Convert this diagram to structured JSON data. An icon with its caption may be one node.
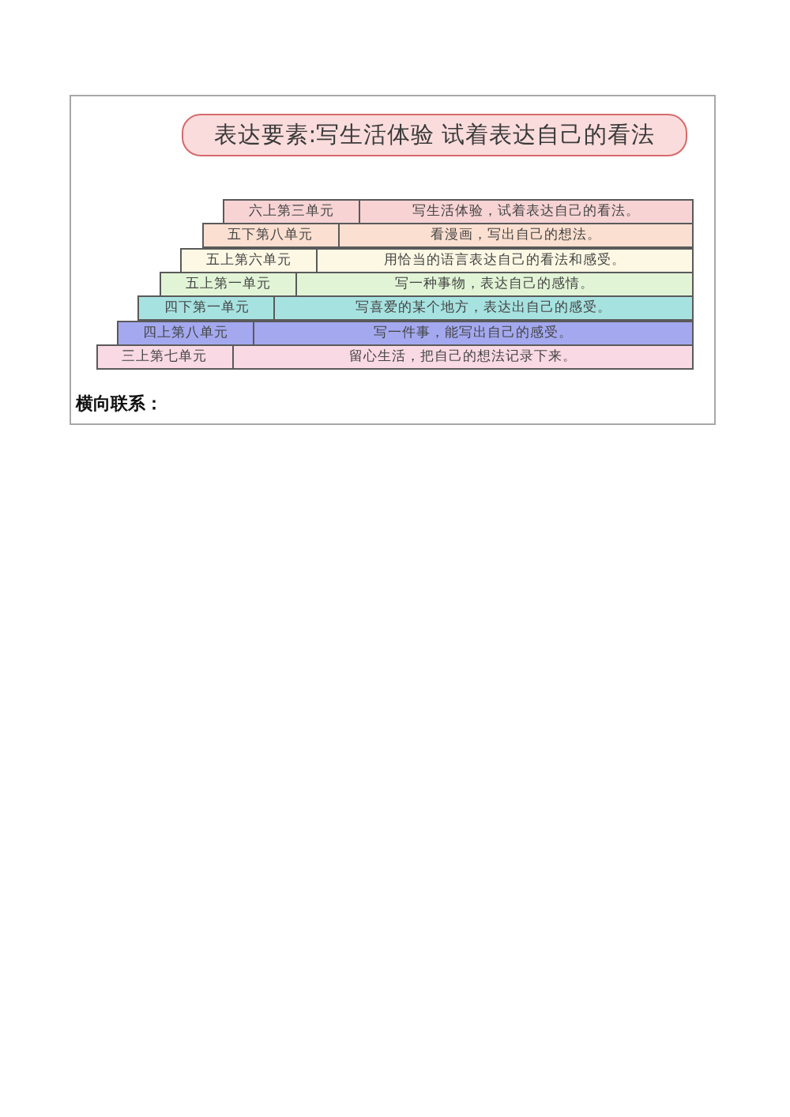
{
  "diagram": {
    "nodes": [
      {
        "text": [
          "表达要素:写生活体验 试着表达自己的看法"
        ]
      },
      {
        "text": [
          "六上第三单元"
        ]
      },
      {
        "text": [
          "写生活体验，试着表达自己的看法。"
        ]
      },
      {
        "text": [
          "五下第八单元"
        ]
      },
      {
        "text": [
          "看漫画，写出自己的想法。"
        ]
      },
      {
        "text": [
          "五上第六单元"
        ]
      },
      {
        "text": [
          "用恰当的语言表达自己的看法和感受。"
        ]
      },
      {
        "text": [
          "五上第一单元"
        ]
      },
      {
        "text": [
          "写一种事物，表达自己的感情。"
        ]
      },
      {
        "text": [
          "四下第一单元"
        ]
      },
      {
        "text": [
          "写喜爱的某个地方，表达出自己的感受。"
        ]
      },
      {
        "text": [
          "四上第八单元"
        ]
      },
      {
        "text": [
          "写一件事，能写出自己的感受。"
        ]
      },
      {
        "text": [
          "三上第七单元"
        ]
      },
      {
        "text": [
          "留心生活，把自己的想法记录下来。"
        ]
      }
    ],
    "labels": [
      "横向联系："
    ]
  }
}
